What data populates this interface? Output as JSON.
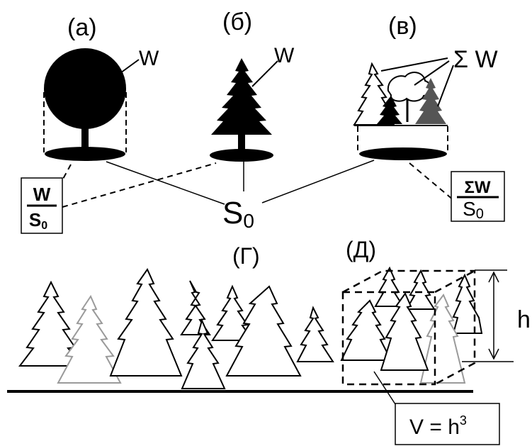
{
  "panel_labels": {
    "a": "(а)",
    "b": "(б)",
    "v": "(в)",
    "g": "(Г)",
    "d": "(Д)"
  },
  "labels": {
    "w_a": "W",
    "w_b": "W",
    "sigma_w": "Σ W",
    "s0": "S",
    "s0_sub": "0",
    "h": "h"
  },
  "formulas": {
    "left_num": "W",
    "left_den": "S",
    "left_den_sub": "0",
    "right_num": "ΣW",
    "right_den": "S",
    "right_den_sub": "0",
    "volume_lhs": "V = h",
    "volume_exp": "3"
  },
  "colors": {
    "ink": "#000000",
    "tree_gray": "#555555",
    "tree_light": "#9a9a9a"
  }
}
